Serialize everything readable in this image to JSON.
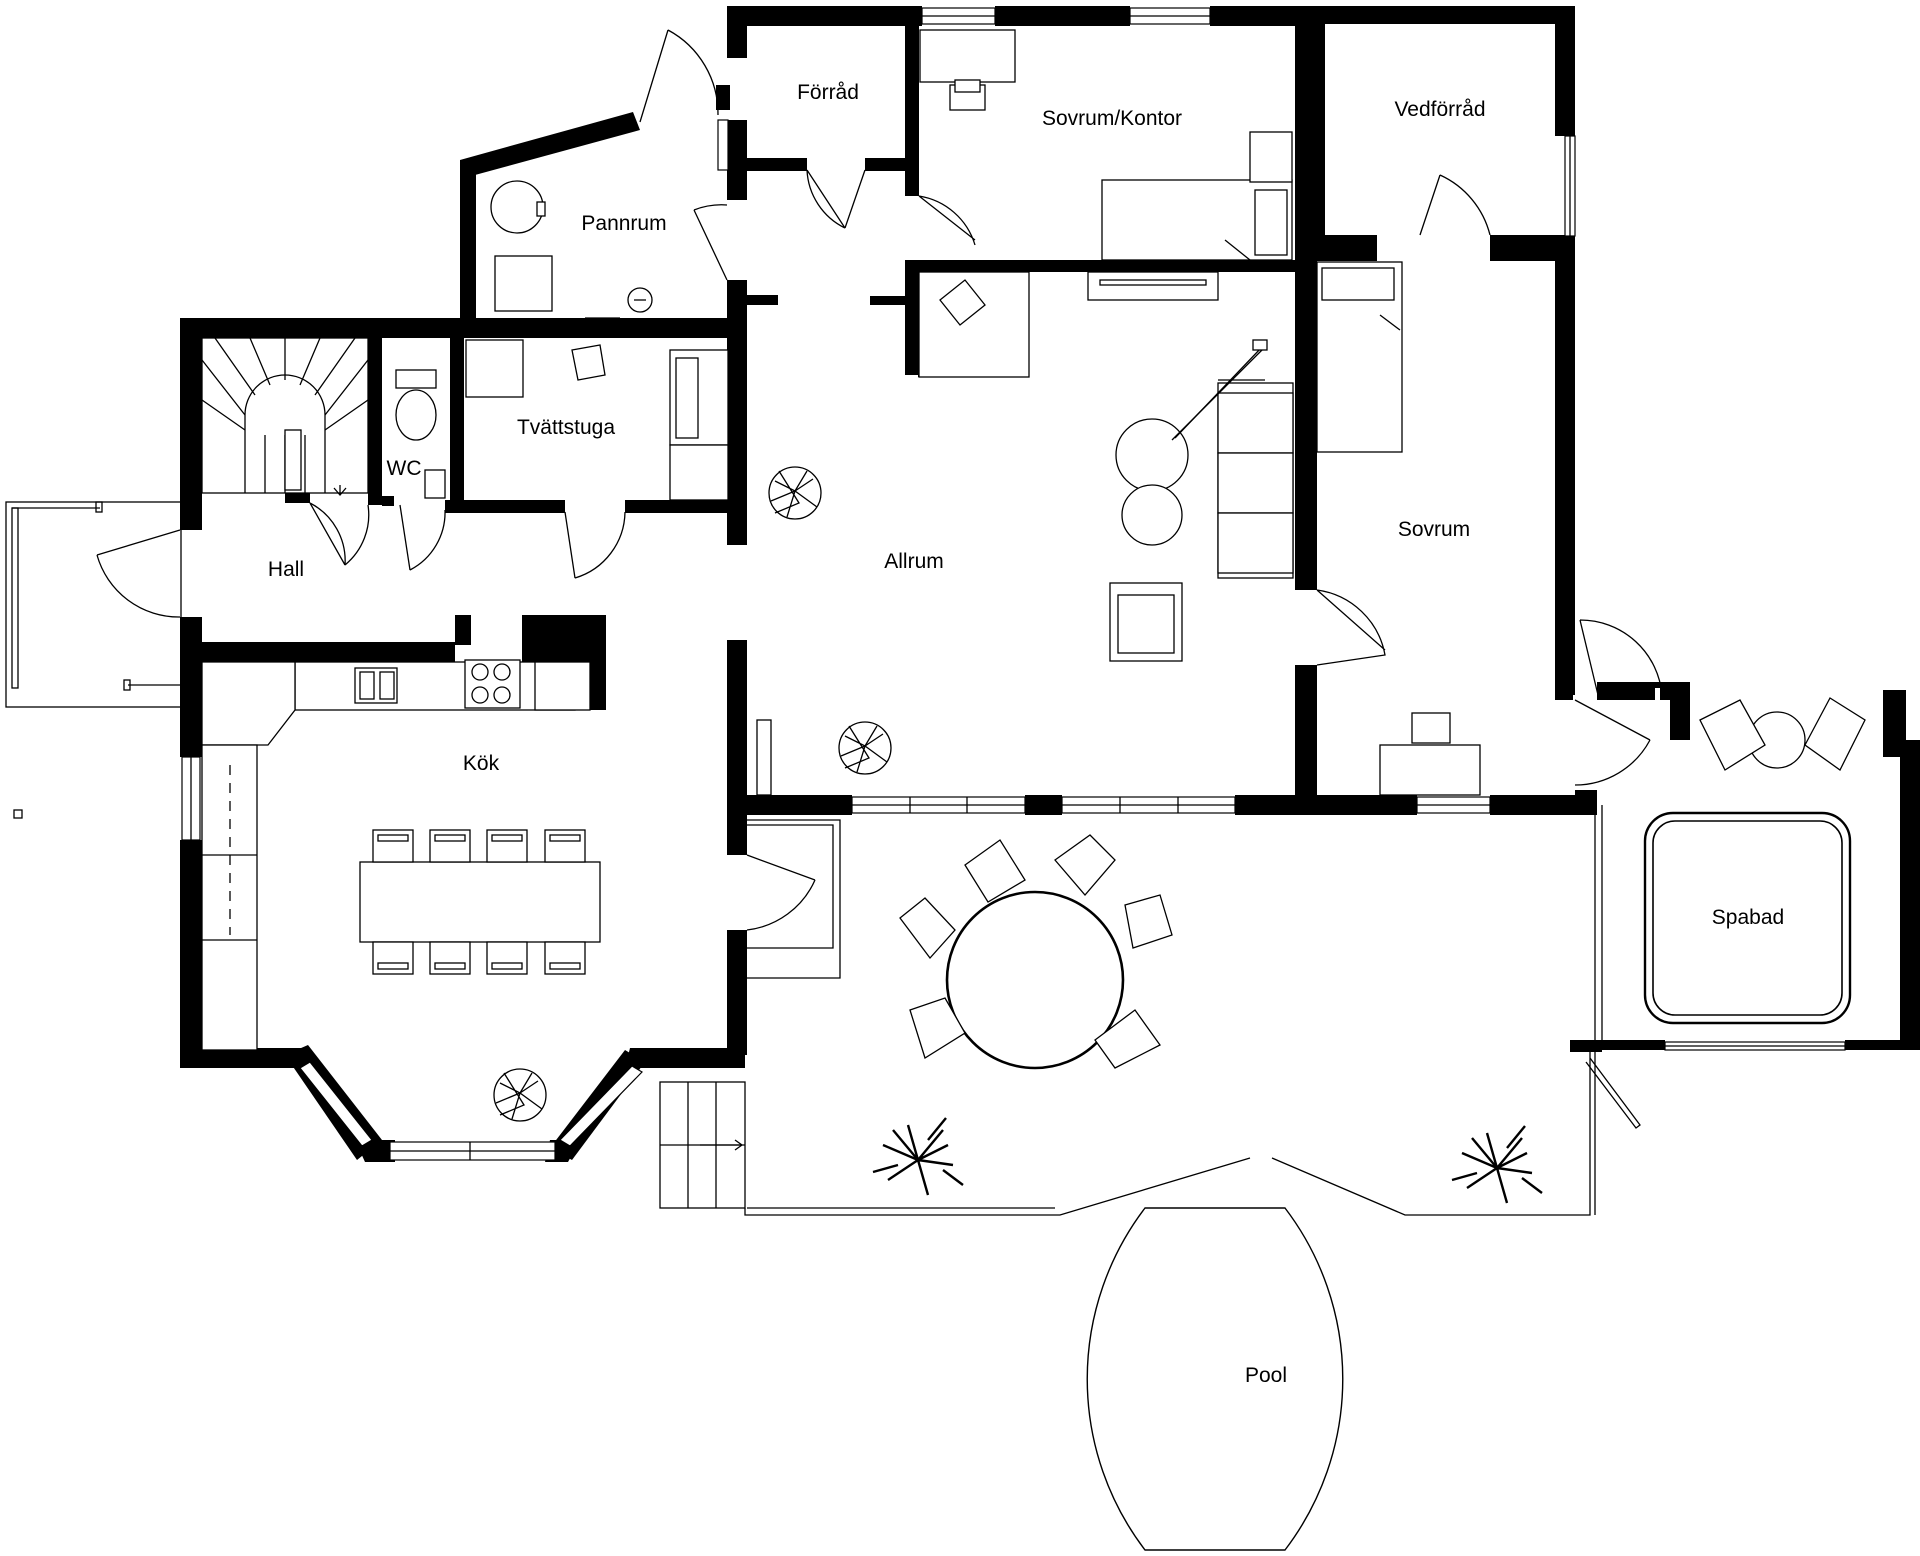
{
  "rooms": {
    "forrad": "Förråd",
    "sovrum_kontor": "Sovrum/Kontor",
    "vedforrad": "Vedförråd",
    "pannrum": "Pannrum",
    "tvattstuga": "Tvättstuga",
    "wc": "WC",
    "hall": "Hall",
    "allrum": "Allrum",
    "sovrum": "Sovrum",
    "kok": "Kök",
    "spabad": "Spabad",
    "pool": "Pool"
  }
}
